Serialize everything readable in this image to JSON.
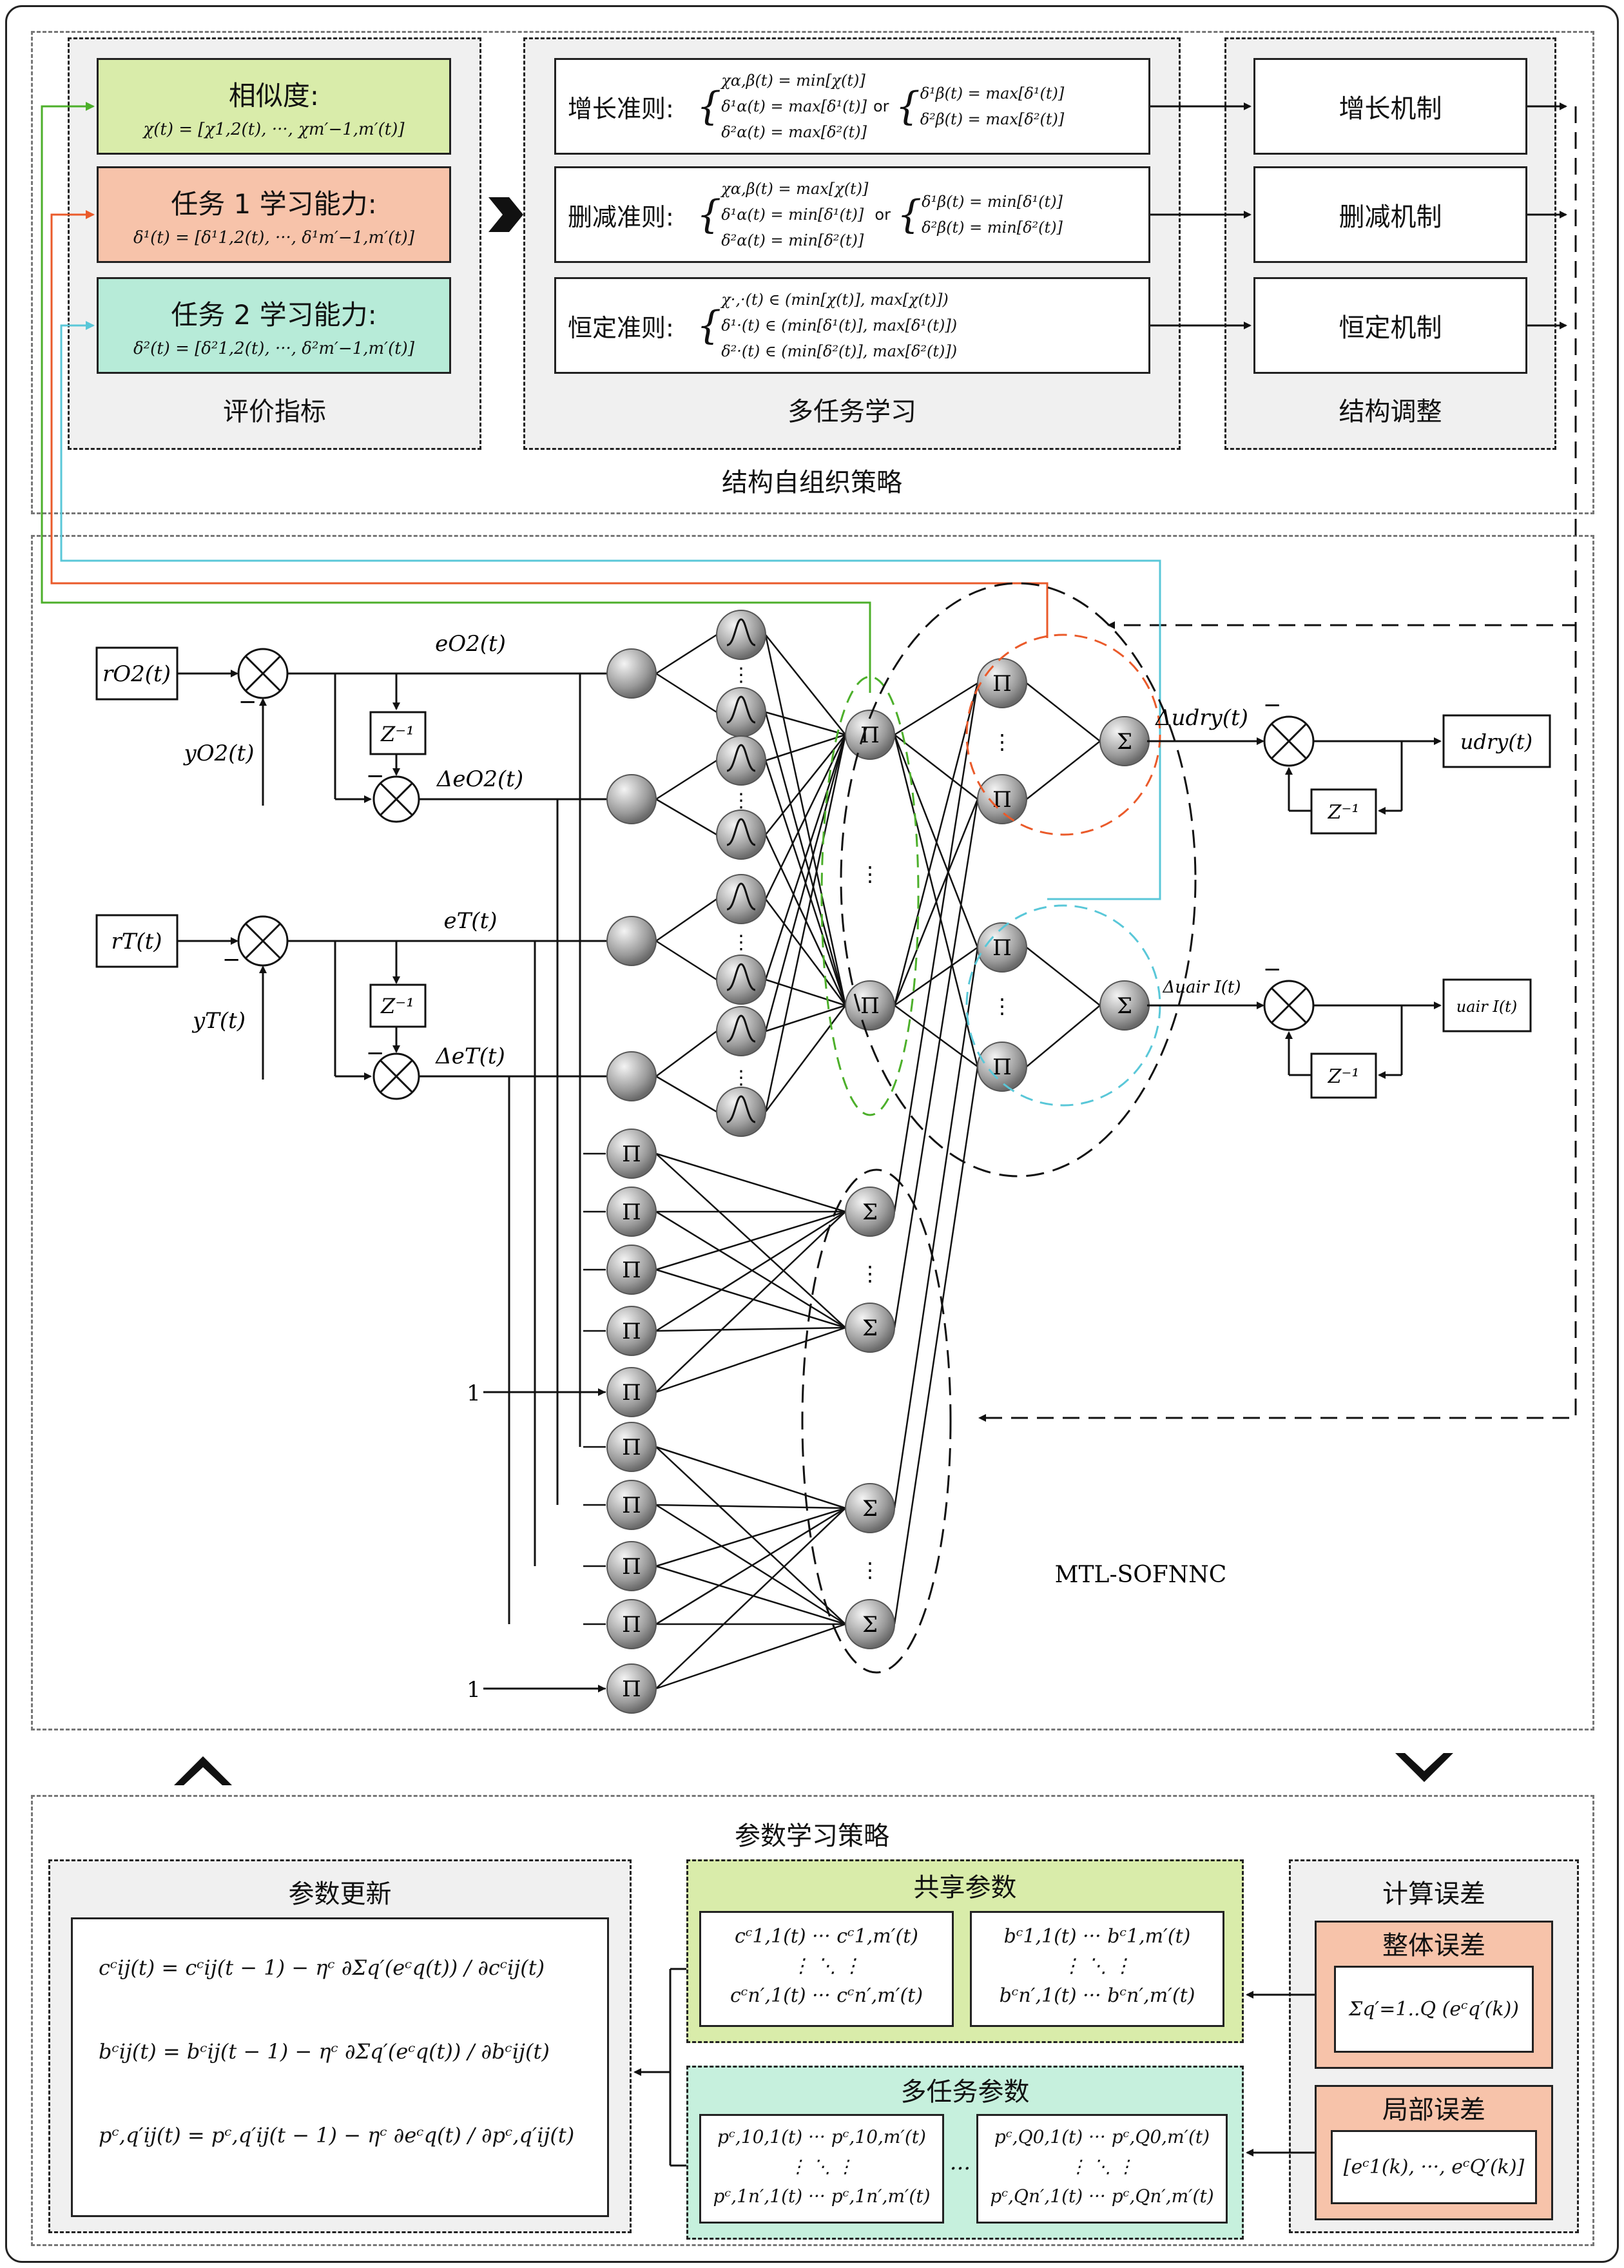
{
  "top": {
    "panel_label": "结构自组织策略",
    "eval": {
      "title": "评价指标",
      "metrics": [
        {
          "title": "相似度:",
          "formula": "χ(t) = [χ1,2(t), ···, χm′−1,m′(t)]",
          "color": "#d9ecaa"
        },
        {
          "title": "任务 1 学习能力:",
          "formula": "δ¹(t) = [δ¹1,2(t), ···, δ¹m′−1,m′(t)]",
          "color": "#f7c3aa"
        },
        {
          "title": "任务 2 学习能力:",
          "formula": "δ²(t) = [δ²1,2(t), ···, δ²m′−1,m′(t)]",
          "color": "#b7ebd8"
        }
      ]
    },
    "mtl": {
      "title": "多任务学习",
      "rules": [
        {
          "name": "增长准则:",
          "left": [
            "χα,β(t) = min[χ(t)]",
            "δ¹α(t) = max[δ¹(t)]",
            "δ²α(t) = max[δ²(t)]"
          ],
          "or": "or",
          "right": [
            "δ¹β(t) = max[δ¹(t)]",
            "δ²β(t) = max[δ²(t)]"
          ]
        },
        {
          "name": "删减准则:",
          "left": [
            "χα,β(t) = max[χ(t)]",
            "δ¹α(t) = min[δ¹(t)]",
            "δ²α(t) = min[δ²(t)]"
          ],
          "or": "or",
          "right": [
            "δ¹β(t) = min[δ¹(t)]",
            "δ²β(t) = min[δ²(t)]"
          ]
        },
        {
          "name": "恒定准则:",
          "left": [
            "χ·,·(t) ∈ (min[χ(t)], max[χ(t)])",
            "δ¹·(t) ∈ (min[δ¹(t)], max[δ¹(t)])",
            "δ²·(t) ∈ (min[δ²(t)], max[δ²(t)])"
          ],
          "or": "",
          "right": []
        }
      ]
    },
    "struct": {
      "title": "结构调整",
      "mechanisms": [
        "增长机制",
        "删减机制",
        "恒定机制"
      ]
    }
  },
  "network": {
    "label": "MTL-SOFNNC",
    "ref_o2": "rO2(t)",
    "y_o2": "yO2(t)",
    "e_o2": "eO2(t)",
    "de_o2": "ΔeO2(t)",
    "ref_t": "rT(t)",
    "y_t": "yT(t)",
    "e_t": "eT(t)",
    "de_t": "ΔeT(t)",
    "z_inv": "Z⁻¹",
    "minus": "−",
    "du_dry": "Δudry(t)",
    "u_dry": "udry(t)",
    "du_air": "Δuair I(t)",
    "u_air": "uair I(t)",
    "pi": "Π",
    "sigma": "Σ",
    "one": "1",
    "dots": "⋮"
  },
  "arrows": {
    "up": "︿",
    "down": "﹀"
  },
  "bottom": {
    "panel_label": "参数学习策略",
    "update": {
      "title": "参数更新",
      "eqs": [
        "cᶜij(t) = cᶜij(t − 1) − ηᶜ ∂Σq′(eᶜq(t)) / ∂cᶜij(t)",
        "bᶜij(t) = bᶜij(t − 1) − ηᶜ ∂Σq′(eᶜq(t)) / ∂bᶜij(t)",
        "pᶜ,q′ij(t) = pᶜ,q′ij(t − 1) − ηᶜ ∂eᶜq(t) / ∂pᶜ,q′ij(t)"
      ]
    },
    "shared": {
      "title": "共享参数",
      "mat1": [
        "cᶜ1,1(t) ··· cᶜ1,m′(t)",
        "⋮        ⋱        ⋮",
        "cᶜn′,1(t) ··· cᶜn′,m′(t)"
      ],
      "mat2": [
        "bᶜ1,1(t) ··· bᶜ1,m′(t)",
        "⋮        ⋱        ⋮",
        "bᶜn′,1(t) ··· bᶜn′,m′(t)"
      ]
    },
    "multi": {
      "title": "多任务参数",
      "mat1": [
        "pᶜ,10,1(t) ··· pᶜ,10,m′(t)",
        "⋮        ⋱        ⋮",
        "pᶜ,1n′,1(t) ··· pᶜ,1n′,m′(t)"
      ],
      "mid": "···",
      "mat2": [
        "pᶜ,Q0,1(t) ··· pᶜ,Q0,m′(t)",
        "⋮        ⋱        ⋮",
        "pᶜ,Qn′,1(t) ··· pᶜ,Qn′,m′(t)"
      ]
    },
    "error": {
      "title": "计算误差",
      "overall_title": "整体误差",
      "overall_formula": "Σq′=1..Q (eᶜq′(k))",
      "local_title": "局部误差",
      "local_formula": "[eᶜ1(k), ···, eᶜQ′(k)]"
    }
  },
  "colors": {
    "green": "#4caf2a",
    "orange": "#ea5a2a",
    "cyan": "#59c7d8",
    "shared_bg": "#d9ecaa",
    "multi_bg": "#c6f0dd",
    "error_bg": "#f7c3aa"
  }
}
